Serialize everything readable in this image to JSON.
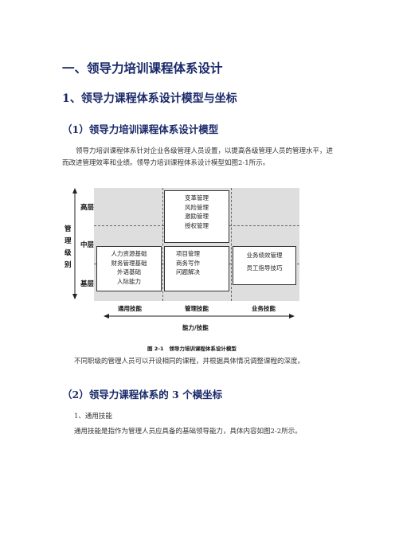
{
  "heading1": "一、领导力培训课程体系设计",
  "heading2": "1、领导力课程体系设计模型与坐标",
  "section1": {
    "title": "（1）领导力培训课程体系设计模型",
    "paragraph": "领导力培训课程体系针对企业各级管理人员设置，以提高各级管理人员的管理水平，进而改进管理效率和业绩。领导力培训课程体系设计模型如图2-1所示。"
  },
  "figure": {
    "y_axis_title": [
      "管",
      "理",
      "级",
      "别"
    ],
    "levels": {
      "high": "高层",
      "middle": "中层",
      "base": "基层"
    },
    "columns": [
      "通用技能",
      "管理技能",
      "业务技能"
    ],
    "x_axis_title": "能力/技能",
    "boxes": {
      "top_management": [
        "变革管理",
        "风险管理",
        "激励管理",
        "授权管理"
      ],
      "general": [
        "人力资源基础",
        "财务管理基础",
        "外语基础",
        "人际能力"
      ],
      "management": [
        "项目管理",
        "商务写作",
        "问题解决"
      ],
      "business": [
        "业务绩效管理",
        "员工指导技巧"
      ]
    },
    "caption_num": "图 2-1",
    "caption_text": "领导力培训课程体系设计模型"
  },
  "after_figure": "不同职级的管理人员可以开设相同的课程，并根据具体情况调整课程的深度。",
  "section2": {
    "title": "（2）领导力课程体系的 3 个横坐标",
    "sub": "1、通用技能",
    "paragraph": "通用技能是指作为管理人员应具备的基础领导能力，具体内容如图2-2所示。"
  }
}
